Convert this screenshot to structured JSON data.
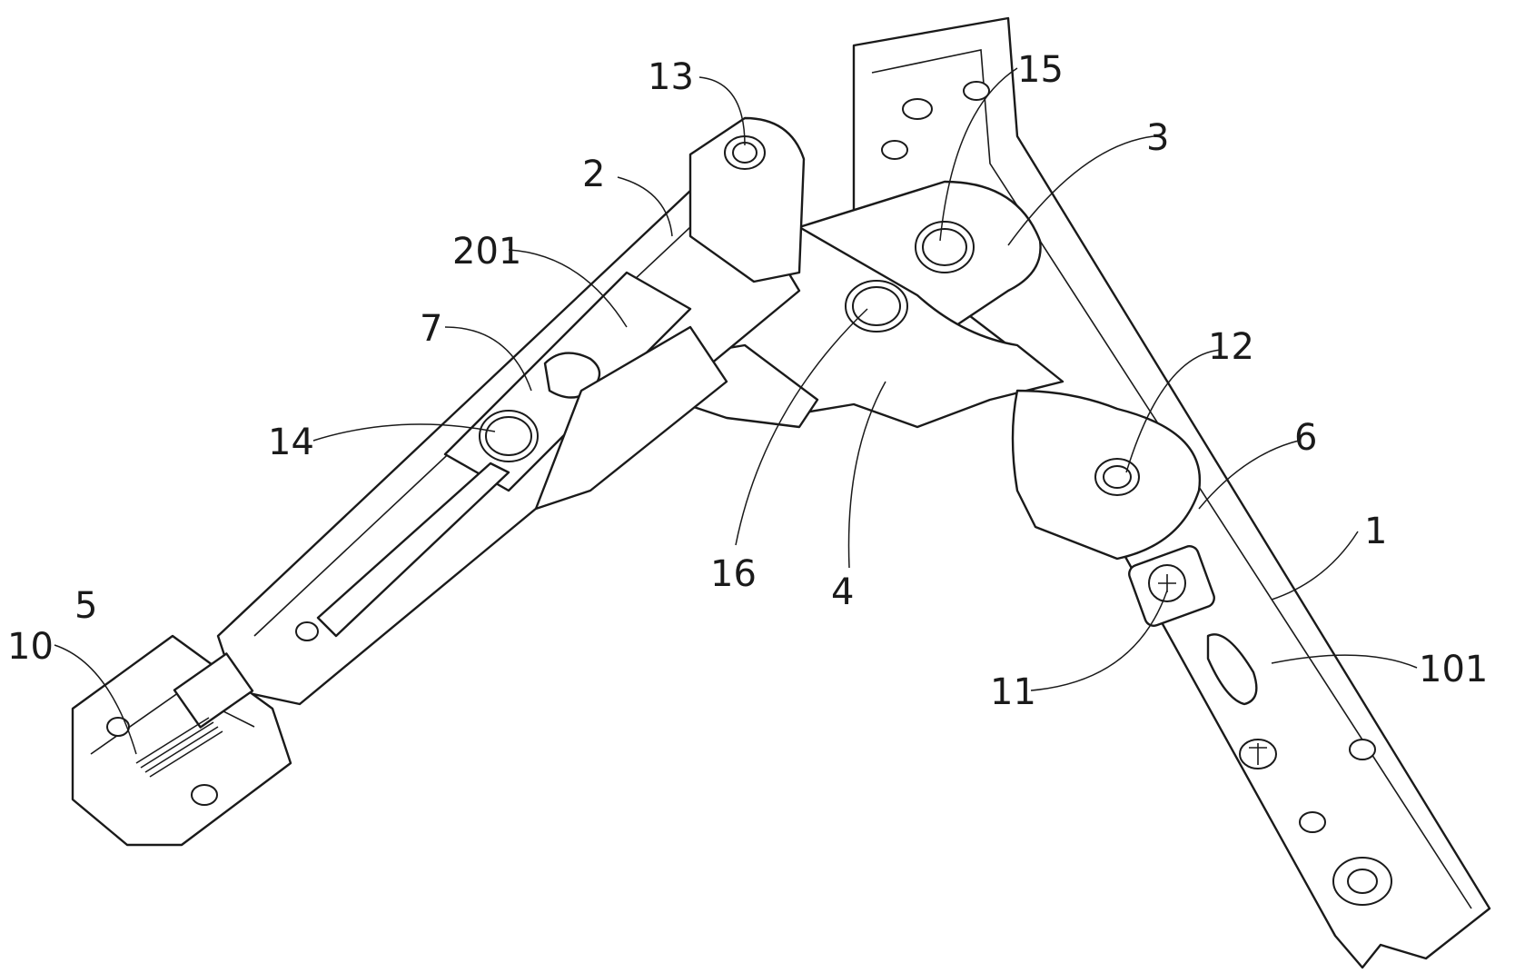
{
  "callouts": [
    "13",
    "15",
    "3",
    "2",
    "201",
    "7",
    "14",
    "12",
    "6",
    "1",
    "5",
    "10",
    "16",
    "4",
    "11",
    "101"
  ]
}
